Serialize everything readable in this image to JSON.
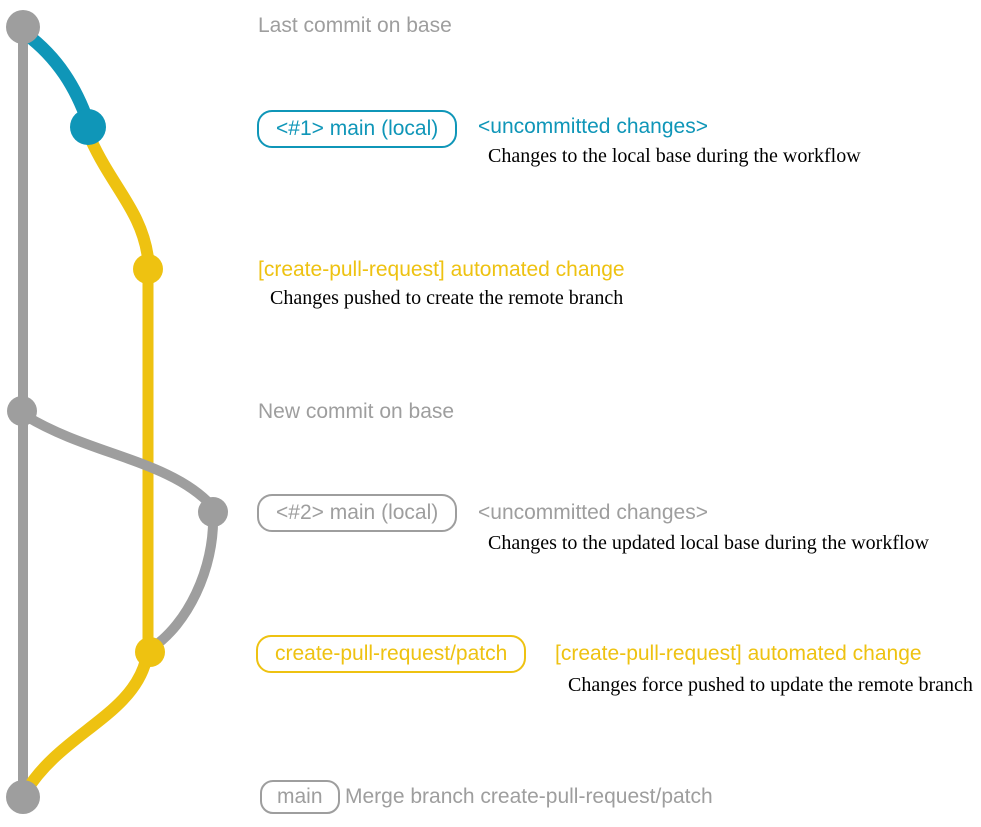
{
  "colors": {
    "gray": "#9e9e9e",
    "blue": "#0f96b8",
    "yellow": "#eec211",
    "ink": "#000000",
    "bg": "#ffffff"
  },
  "diagram": {
    "type": "git-branch-graph",
    "branches": [
      {
        "name": "base",
        "color_key": "gray"
      },
      {
        "name": "main (local)",
        "color_key": "blue"
      },
      {
        "name": "create-pull-request/patch",
        "color_key": "yellow"
      }
    ]
  },
  "annotations": {
    "last_commit_label": "Last commit on base",
    "row1_badge": "<#1> main (local)",
    "row1_title": "<uncommitted changes>",
    "row1_desc": "Changes to the local base during the workflow",
    "row2_title": "[create-pull-request] automated change",
    "row2_desc": "Changes pushed to create the remote branch",
    "new_commit_label": "New commit on base",
    "row3_badge": "<#2> main (local)",
    "row3_title": "<uncommitted changes>",
    "row3_desc": "Changes to the updated local base during the workflow",
    "row4_badge": "create-pull-request/patch",
    "row4_title": "[create-pull-request] automated change",
    "row4_desc": "Changes force pushed to update the remote branch",
    "row5_badge": "main",
    "row5_title": "Merge branch create-pull-request/patch"
  }
}
